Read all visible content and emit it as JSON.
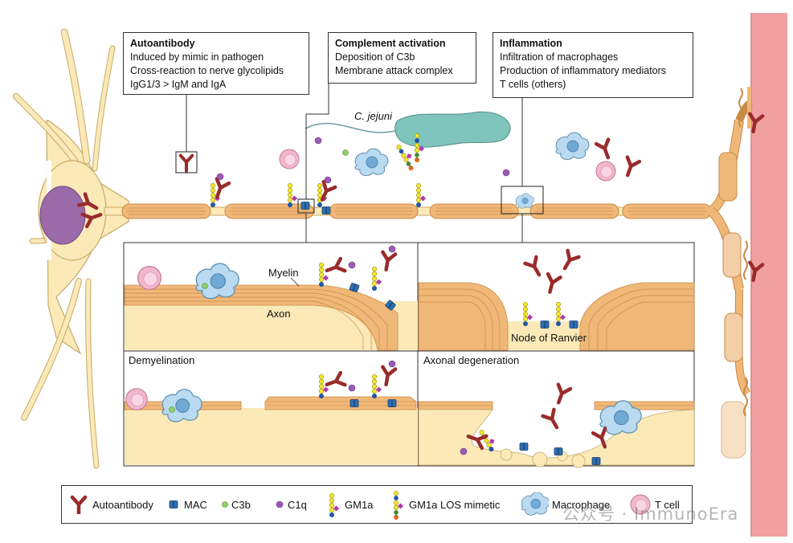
{
  "callouts": {
    "autoantibody": {
      "title": "Autoantibody",
      "lines": [
        "Induced by mimic in pathogen",
        "Cross-reaction to nerve glycolipids",
        "IgG1/3 > IgM and IgA"
      ]
    },
    "complement": {
      "title": "Complement activation",
      "lines": [
        "Deposition of C3b",
        "Membrane attack complex"
      ]
    },
    "inflammation": {
      "title": "Inflammation",
      "lines": [
        "Infiltration of macrophages",
        "Production of inflammatory mediators",
        "T cells (others)"
      ]
    }
  },
  "labels": {
    "pathogen": "C. jejuni",
    "myelin": "Myelin",
    "axon": "Axon",
    "node": "Node of Ranvier",
    "demyelination": "Demyelination",
    "degeneration": "Axonal degeneration"
  },
  "legend": [
    {
      "icon": "autoantibody-icon",
      "label": "Autoantibody"
    },
    {
      "icon": "mac-icon",
      "label": "MAC"
    },
    {
      "icon": "c3b-icon",
      "label": "C3b"
    },
    {
      "icon": "c1q-icon",
      "label": "C1q"
    },
    {
      "icon": "gm1a-icon",
      "label": "GM1a"
    },
    {
      "icon": "gm1a-los-icon",
      "label": "GM1a LOS mimetic"
    },
    {
      "icon": "macrophage-icon",
      "label": "Macrophage"
    },
    {
      "icon": "t-cell-icon",
      "label": "T cell"
    }
  ],
  "watermark": "公众号 · ImmunoEra",
  "colors": {
    "antibody": "#9a2b2b",
    "myelin": "#f0b878",
    "axon": "#fbe9b7",
    "mac": "#2e6fb5",
    "c3b": "#8fd06a",
    "c1q": "#9b5bb5",
    "macrophage": "#b9daf0",
    "t_cell": "#f2b6cd",
    "pathogen": "#7fc4bd",
    "muscle": "#f0a0a0",
    "neuron": "#fbe9b7",
    "nucleus": "#9b6aa8"
  }
}
